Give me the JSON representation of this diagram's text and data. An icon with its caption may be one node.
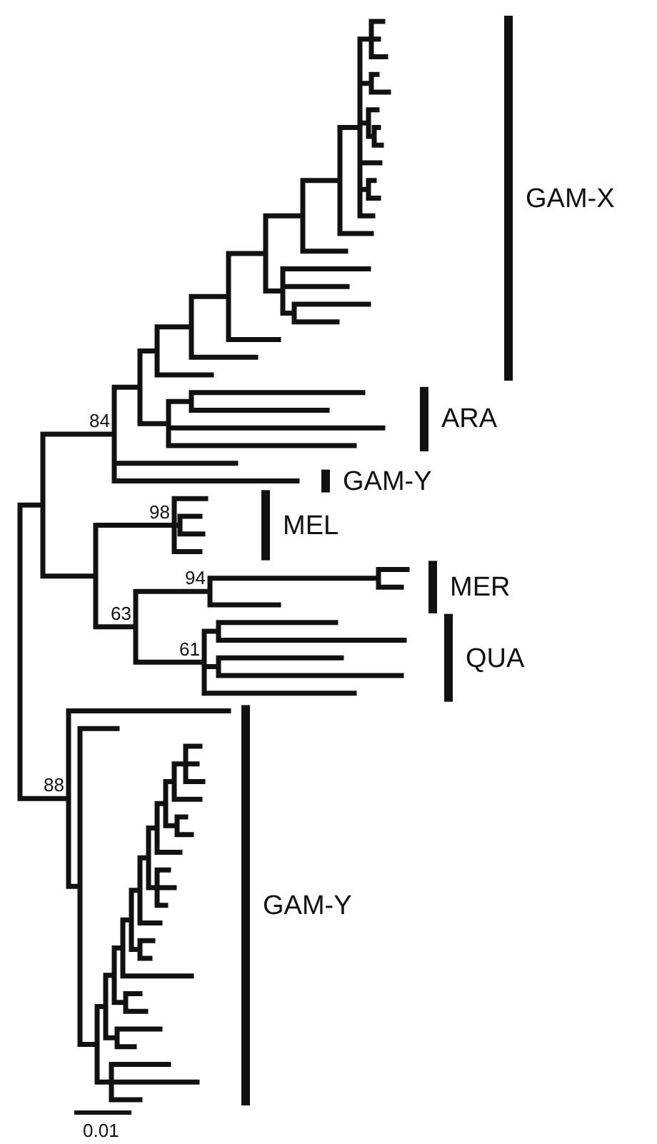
{
  "diagram": {
    "labels": [
      "GAM-X",
      "84",
      "ARA",
      "GAM-Y",
      "98",
      "MEL",
      "94",
      "MER",
      "63",
      "61",
      "QUA",
      "88",
      "GAM-Y",
      "0.01"
    ]
  }
}
